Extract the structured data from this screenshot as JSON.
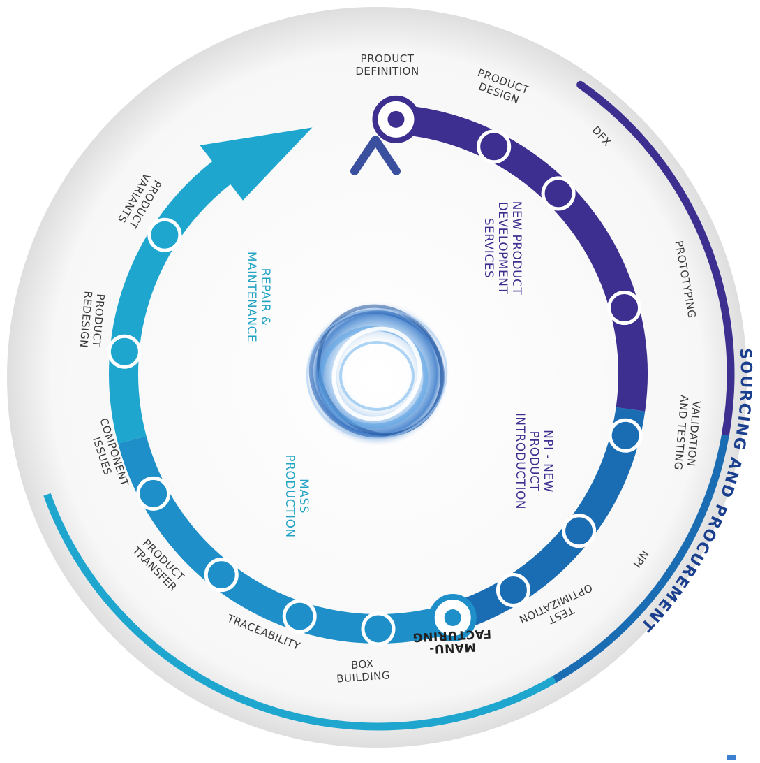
{
  "stages": {
    "product_definition": [
      "PRODUCT",
      "DEFINITION"
    ],
    "product_design": [
      "PRODUCT",
      "DESIGN"
    ],
    "dfx": [
      "DFX"
    ],
    "prototyping": [
      "PROTOTYPING"
    ],
    "validation_testing": [
      "VALIDATION",
      "AND TESTING"
    ],
    "npi": [
      "NPI"
    ],
    "test_optimization": [
      "TEST",
      "OPTIMIZATION"
    ],
    "manufacturing": [
      "MANU-",
      "FACTURING"
    ],
    "box_building": [
      "BOX",
      "BUILDING"
    ],
    "traceability": [
      "TRACEABILITY"
    ],
    "product_transfer": [
      "PRODUCT",
      "TRANSFER"
    ],
    "component_issues": [
      "COMPONENT",
      "ISSUES"
    ],
    "product_redesign": [
      "PRODUCT",
      "REDESIGN"
    ],
    "product_variants": [
      "PRODUCT",
      "VARIANTS"
    ]
  },
  "phases": {
    "new_product_development": [
      "NEW PRODUCT",
      "DEVELOPMENT",
      "SERVICES"
    ],
    "npi_introduction": [
      "NPI - NEW",
      "PRODUCT",
      "INTRODUCTION"
    ],
    "mass_production": [
      "MASS",
      "PRODUCTION"
    ],
    "repair_maintenance": [
      "REPAIR &",
      "MAINTENANCE"
    ]
  },
  "outer_label": "SOURCING AND PROCUREMENT",
  "colors": {
    "development": "#3c2f8f",
    "npi": "#1a6db3",
    "mass": "#1e8fc8",
    "repair": "#1fa6cf",
    "outer_arc": "#1a4aa0",
    "teal_text": "#23a3c4",
    "navy_text": "#3c2f8f"
  }
}
